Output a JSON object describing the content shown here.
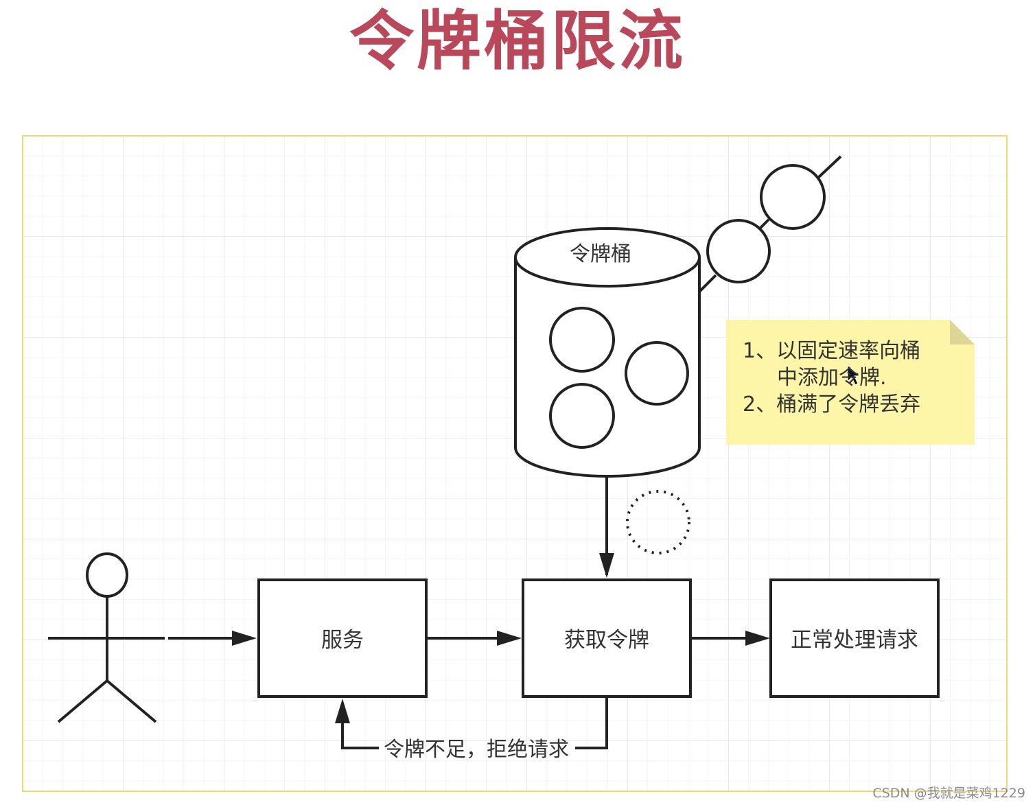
{
  "title": "令牌桶限流",
  "bucket": {
    "label": "令牌桶"
  },
  "note": {
    "line1": "1、以固定速率向桶",
    "line2": "中添加令牌.",
    "line3": "2、桶满了令牌丢弃"
  },
  "boxes": {
    "service": "服务",
    "acquire_token": "获取令牌",
    "normal_process": "正常处理请求"
  },
  "reject_label": "令牌不足，拒绝请求",
  "watermark": "CSDN @我就是菜鸡1229",
  "colors": {
    "title": "#b8485a",
    "note_bg": "#fdf6a8",
    "canvas_border": "#f2d977"
  }
}
